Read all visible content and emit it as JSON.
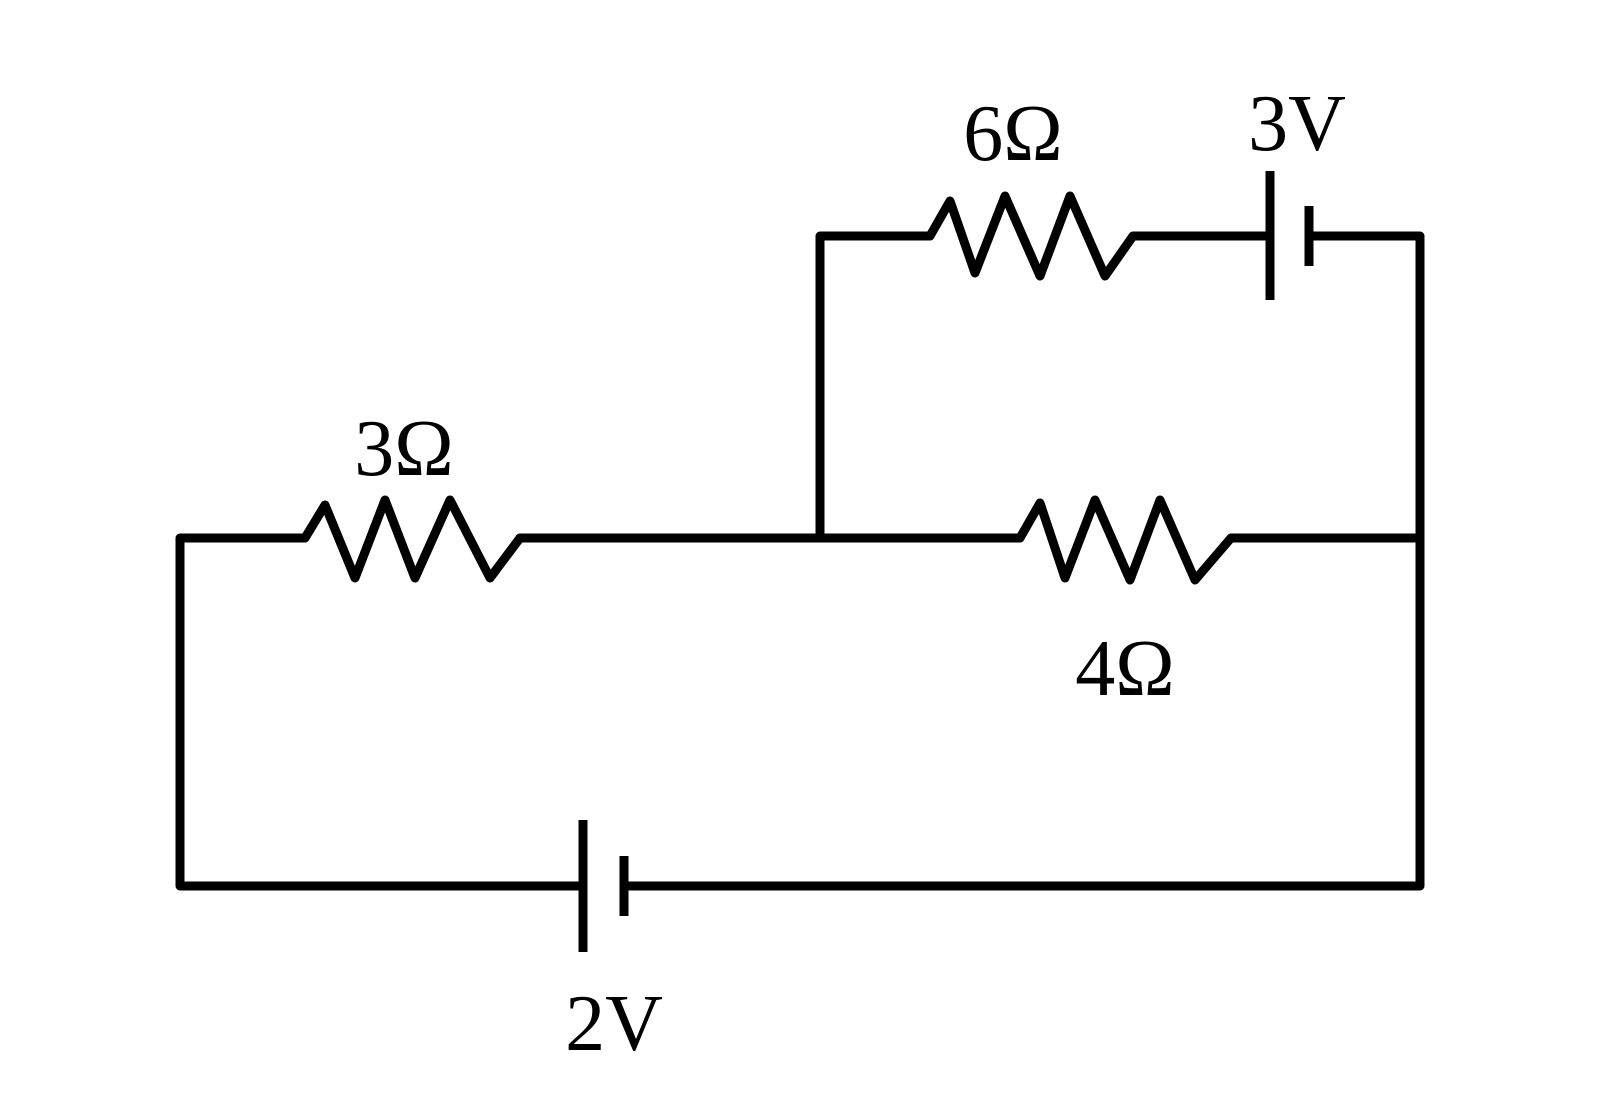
{
  "labels": {
    "r_top": "6Ω",
    "battery_top": "3V",
    "r_left": "3Ω",
    "r_middle": "4Ω",
    "battery_bottom": "2V"
  }
}
